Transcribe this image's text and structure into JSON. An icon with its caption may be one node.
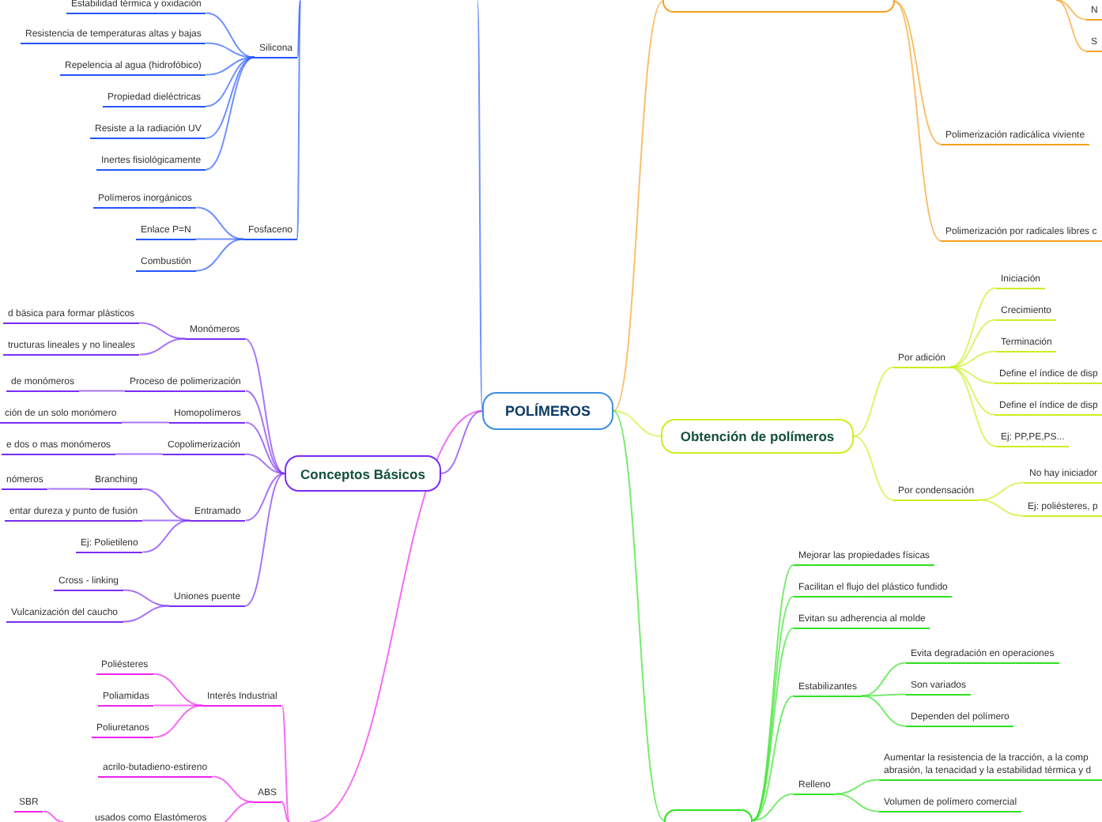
{
  "diagram": {
    "nodes": [
      {
        "text": [
          "POLÍMEROS"
        ]
      },
      {
        "text": [
          "Silicona"
        ]
      },
      {
        "text": [
          "Estabilidad térmica y oxidación"
        ]
      },
      {
        "text": [
          "Resistencia de temperaturas altas y bajas"
        ]
      },
      {
        "text": [
          "Repelencia al agua (hidrofóbico)"
        ]
      },
      {
        "text": [
          "Propiedad dieléctricas"
        ]
      },
      {
        "text": [
          "Resiste a la radiación UV"
        ]
      },
      {
        "text": [
          "Inertes fisiológicamente"
        ]
      },
      {
        "text": [
          "Fosfaceno"
        ]
      },
      {
        "text": [
          "Polímeros inorgánicos"
        ]
      },
      {
        "text": [
          "Enlace P=N"
        ]
      },
      {
        "text": [
          "Combustión"
        ]
      },
      {
        "text": [
          "Conceptos Básicos"
        ]
      },
      {
        "text": [
          "Monómeros"
        ]
      },
      {
        "text": [
          "d básica para formar plásticos"
        ]
      },
      {
        "text": [
          "tructuras lineales y no lineales"
        ]
      },
      {
        "text": [
          "Proceso de polimerización"
        ]
      },
      {
        "text": [
          "de monómeros"
        ]
      },
      {
        "text": [
          "Homopolímeros"
        ]
      },
      {
        "text": [
          "ción de un solo monómero"
        ]
      },
      {
        "text": [
          "Copolimerización"
        ]
      },
      {
        "text": [
          "e dos o mas monómeros"
        ]
      },
      {
        "text": [
          "Entramado"
        ]
      },
      {
        "text": [
          "Branching"
        ]
      },
      {
        "text": [
          "nómeros"
        ]
      },
      {
        "text": [
          "entar dureza y punto de fusión"
        ]
      },
      {
        "text": [
          "Ej: Polietileno"
        ]
      },
      {
        "text": [
          "Uniones puente"
        ]
      },
      {
        "text": [
          "Cross - linking"
        ]
      },
      {
        "text": [
          "Vulcanización del caucho"
        ]
      },
      {
        "text": [
          "Interés Industrial"
        ]
      },
      {
        "text": [
          "Poliésteres"
        ]
      },
      {
        "text": [
          "Poliamidas"
        ]
      },
      {
        "text": [
          "Poliuretanos"
        ]
      },
      {
        "text": [
          "ABS"
        ]
      },
      {
        "text": [
          "acrilo-butadieno-estireno"
        ]
      },
      {
        "text": [
          "usados como Elastómeros"
        ]
      },
      {
        "text": [
          "SBR"
        ]
      },
      {
        "text": [],
        "shape": "box"
      },
      {
        "text": [
          "N"
        ]
      },
      {
        "text": [
          "S"
        ]
      },
      {
        "text": [
          "Polimerización radicálica viviente"
        ]
      },
      {
        "text": [
          "Polimerización por radicales libres c"
        ]
      },
      {
        "text": [
          "Obtención de polímeros"
        ]
      },
      {
        "text": [
          "Por adición"
        ]
      },
      {
        "text": [
          "Iniciación"
        ]
      },
      {
        "text": [
          "Crecimiento"
        ]
      },
      {
        "text": [
          "Terminación"
        ]
      },
      {
        "text": [
          "Define el índice de disp"
        ]
      },
      {
        "text": [
          "Define el índice de disp"
        ]
      },
      {
        "text": [
          "Ej: PP,PE,PS..."
        ]
      },
      {
        "text": [
          "Por condensación"
        ]
      },
      {
        "text": [
          "No hay iniciador"
        ]
      },
      {
        "text": [
          "Ej: poliésteres, p"
        ]
      },
      {
        "text": [],
        "shape": "box"
      },
      {
        "text": [
          "Mejorar las propiedades físicas"
        ]
      },
      {
        "text": [
          "Facilitan el flujo del plástico fundido"
        ]
      },
      {
        "text": [
          "Evitan su adherencia al molde"
        ]
      },
      {
        "text": [
          "Estabilizantes"
        ]
      },
      {
        "text": [
          "Evita degradación en operaciones"
        ]
      },
      {
        "text": [
          "Son variados"
        ]
      },
      {
        "text": [
          "Dependen del polímero"
        ]
      },
      {
        "text": [
          "Relleno"
        ]
      },
      {
        "text": [
          "Aumentar la resistencia de la tracción, a la comp abrasión, la tenacidad y la estabilidad térmica y d"
        ]
      },
      {
        "text": [
          "Volumen de polímero comercial"
        ]
      }
    ],
    "edges": [
      {
        "from": 0,
        "to": null,
        "arrow": "none",
        "color": "#2255ff"
      },
      {
        "from": null,
        "to": 1,
        "arrow": "none",
        "color": "#2255ff"
      },
      {
        "from": 1,
        "to": 2,
        "arrow": "none",
        "color": "#2255ff"
      },
      {
        "from": 1,
        "to": 3,
        "arrow": "none",
        "color": "#2255ff"
      },
      {
        "from": 1,
        "to": 4,
        "arrow": "none",
        "color": "#2255ff"
      },
      {
        "from": 1,
        "to": 5,
        "arrow": "none",
        "color": "#2255ff"
      },
      {
        "from": 1,
        "to": 6,
        "arrow": "none",
        "color": "#2255ff"
      },
      {
        "from": 1,
        "to": 7,
        "arrow": "none",
        "color": "#2255ff"
      },
      {
        "from": null,
        "to": 8,
        "arrow": "none",
        "color": "#2255ff"
      },
      {
        "from": 8,
        "to": 9,
        "arrow": "none",
        "color": "#2255ff"
      },
      {
        "from": 8,
        "to": 10,
        "arrow": "none",
        "color": "#2255ff"
      },
      {
        "from": 8,
        "to": 11,
        "arrow": "none",
        "color": "#2255ff"
      },
      {
        "from": 0,
        "to": 12,
        "arrow": "none",
        "color": "#7a2cf5"
      },
      {
        "from": 12,
        "to": 13,
        "arrow": "none",
        "color": "#7a2cf5"
      },
      {
        "from": 13,
        "to": 14,
        "arrow": "none",
        "color": "#7a2cf5"
      },
      {
        "from": 13,
        "to": 15,
        "arrow": "none",
        "color": "#7a2cf5"
      },
      {
        "from": 12,
        "to": 16,
        "arrow": "none",
        "color": "#7a2cf5"
      },
      {
        "from": 16,
        "to": 17,
        "arrow": "none",
        "color": "#7a2cf5"
      },
      {
        "from": 12,
        "to": 18,
        "arrow": "none",
        "color": "#7a2cf5"
      },
      {
        "from": 18,
        "to": 19,
        "arrow": "none",
        "color": "#7a2cf5"
      },
      {
        "from": 12,
        "to": 20,
        "arrow": "none",
        "color": "#7a2cf5"
      },
      {
        "from": 20,
        "to": 21,
        "arrow": "none",
        "color": "#7a2cf5"
      },
      {
        "from": 12,
        "to": 22,
        "arrow": "none",
        "color": "#7a2cf5"
      },
      {
        "from": 22,
        "to": 23,
        "arrow": "none",
        "color": "#7a2cf5"
      },
      {
        "from": 23,
        "to": 24,
        "arrow": "none",
        "color": "#7a2cf5"
      },
      {
        "from": 22,
        "to": 25,
        "arrow": "none",
        "color": "#7a2cf5"
      },
      {
        "from": 22,
        "to": 26,
        "arrow": "none",
        "color": "#7a2cf5"
      },
      {
        "from": 12,
        "to": 27,
        "arrow": "none",
        "color": "#7a2cf5"
      },
      {
        "from": 27,
        "to": 28,
        "arrow": "none",
        "color": "#7a2cf5"
      },
      {
        "from": 27,
        "to": 29,
        "arrow": "none",
        "color": "#7a2cf5"
      },
      {
        "from": 0,
        "to": null,
        "arrow": "none",
        "color": "#f020f0"
      },
      {
        "from": null,
        "to": 30,
        "arrow": "none",
        "color": "#f020f0"
      },
      {
        "from": 30,
        "to": 31,
        "arrow": "none",
        "color": "#f020f0"
      },
      {
        "from": 30,
        "to": 32,
        "arrow": "none",
        "color": "#f020f0"
      },
      {
        "from": 30,
        "to": 33,
        "arrow": "none",
        "color": "#f020f0"
      },
      {
        "from": null,
        "to": 34,
        "arrow": "none",
        "color": "#f020f0"
      },
      {
        "from": 34,
        "to": 35,
        "arrow": "none",
        "color": "#f020f0"
      },
      {
        "from": 34,
        "to": 36,
        "arrow": "none",
        "color": "#f020f0"
      },
      {
        "from": null,
        "to": 37,
        "arrow": "none",
        "color": "#f020f0"
      },
      {
        "from": 0,
        "to": 38,
        "arrow": "none",
        "color": "#f5a020"
      },
      {
        "from": null,
        "to": 39,
        "arrow": "none",
        "color": "#f5a020"
      },
      {
        "from": null,
        "to": 40,
        "arrow": "none",
        "color": "#f5a020"
      },
      {
        "from": 38,
        "to": 41,
        "arrow": "none",
        "color": "#f5a020"
      },
      {
        "from": 38,
        "to": 42,
        "arrow": "none",
        "color": "#f5a020"
      },
      {
        "from": 0,
        "to": 43,
        "arrow": "none",
        "color": "#c8f020"
      },
      {
        "from": 43,
        "to": 44,
        "arrow": "none",
        "color": "#c8f020"
      },
      {
        "from": 44,
        "to": 45,
        "arrow": "none",
        "color": "#c8f020"
      },
      {
        "from": 44,
        "to": 46,
        "arrow": "none",
        "color": "#c8f020"
      },
      {
        "from": 44,
        "to": 47,
        "arrow": "none",
        "color": "#c8f020"
      },
      {
        "from": 44,
        "to": 48,
        "arrow": "none",
        "color": "#c8f020"
      },
      {
        "from": 44,
        "to": 49,
        "arrow": "none",
        "color": "#c8f020"
      },
      {
        "from": 44,
        "to": 50,
        "arrow": "none",
        "color": "#c8f020"
      },
      {
        "from": 43,
        "to": 51,
        "arrow": "none",
        "color": "#c8f020"
      },
      {
        "from": 51,
        "to": 52,
        "arrow": "none",
        "color": "#c8f020"
      },
      {
        "from": 51,
        "to": 53,
        "arrow": "none",
        "color": "#c8f020"
      },
      {
        "from": 0,
        "to": 54,
        "arrow": "none",
        "color": "#30e020"
      },
      {
        "from": 54,
        "to": 55,
        "arrow": "none",
        "color": "#30e020"
      },
      {
        "from": 54,
        "to": 56,
        "arrow": "none",
        "color": "#30e020"
      },
      {
        "from": 54,
        "to": 57,
        "arrow": "none",
        "color": "#30e020"
      },
      {
        "from": 54,
        "to": 58,
        "arrow": "none",
        "color": "#30e020"
      },
      {
        "from": 58,
        "to": 59,
        "arrow": "none",
        "color": "#30e020"
      },
      {
        "from": 58,
        "to": 60,
        "arrow": "none",
        "color": "#30e020"
      },
      {
        "from": 58,
        "to": 61,
        "arrow": "none",
        "color": "#30e020"
      },
      {
        "from": 54,
        "to": 62,
        "arrow": "none",
        "color": "#30e020"
      },
      {
        "from": 62,
        "to": 63,
        "arrow": "none",
        "color": "#30e020"
      },
      {
        "from": 62,
        "to": 64,
        "arrow": "none",
        "color": "#30e020"
      }
    ]
  }
}
